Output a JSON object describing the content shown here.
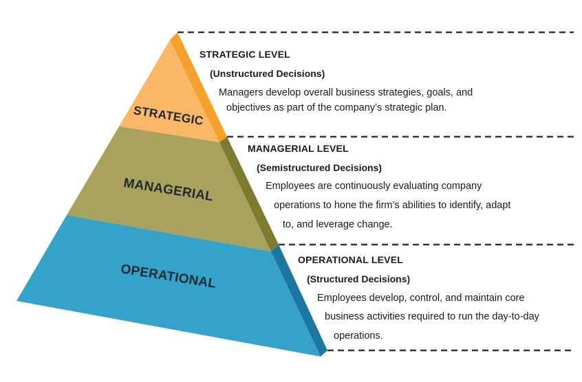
{
  "colors": {
    "strategic_face": "#FBB666",
    "strategic_side": "#F4A02A",
    "managerial_face": "#A8A25C",
    "managerial_side": "#7F7B2E",
    "operational_face": "#35A3C9",
    "operational_side": "#1C78A0",
    "dashed_line": "#333333"
  },
  "tiers": [
    {
      "label": "STRATEGIC",
      "level_title": "STRATEGIC LEVEL",
      "decision_type": "(Unstructured Decisions)",
      "description_lines": [
        "Managers develop overall business strategies, goals, and",
        "objectives as part of the company’s strategic plan."
      ]
    },
    {
      "label": "MANAGERIAL",
      "level_title": "MANAGERIAL LEVEL",
      "decision_type": "(Semistructured Decisions)",
      "description_lines": [
        "Employees are continuously evaluating company",
        "operations to hone the firm’s abilities to identify, adapt",
        "to, and leverage change."
      ]
    },
    {
      "label": "OPERATIONAL",
      "level_title": "OPERATIONAL LEVEL",
      "decision_type": "(Structured Decisions)",
      "description_lines": [
        "Employees develop, control, and maintain core",
        "business activities required to run the day-to-day",
        "operations."
      ]
    }
  ]
}
